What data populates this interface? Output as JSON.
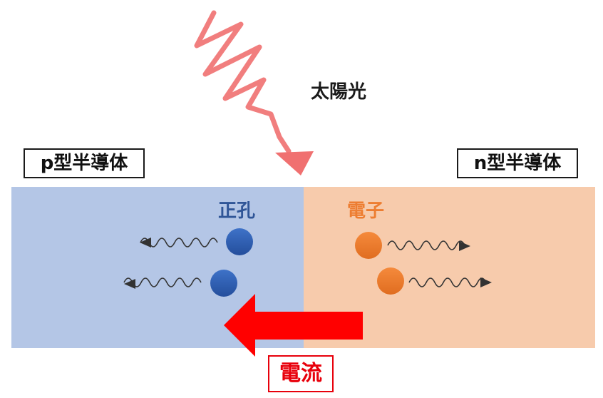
{
  "labels": {
    "sunlight": "太陽光",
    "p_type": "p型半導体",
    "n_type": "n型半導体",
    "hole": "正孔",
    "electron": "電子",
    "current": "電流"
  },
  "colors": {
    "p_region": "#b4c6e6",
    "n_region": "#f7cbac",
    "hole": "#2f5fb3",
    "electron": "#ed7d31",
    "sunlight": "#f07070",
    "current_arrow": "#ff0000",
    "current_text": "#e8000b",
    "hole_label": "#2f5597",
    "electron_label": "#ed7d31"
  },
  "icons": {
    "hole_particle": "circle",
    "electron_particle": "circle",
    "motion": "wavy-arrow",
    "current": "block-arrow-left",
    "sunlight": "zigzag-arrow"
  }
}
